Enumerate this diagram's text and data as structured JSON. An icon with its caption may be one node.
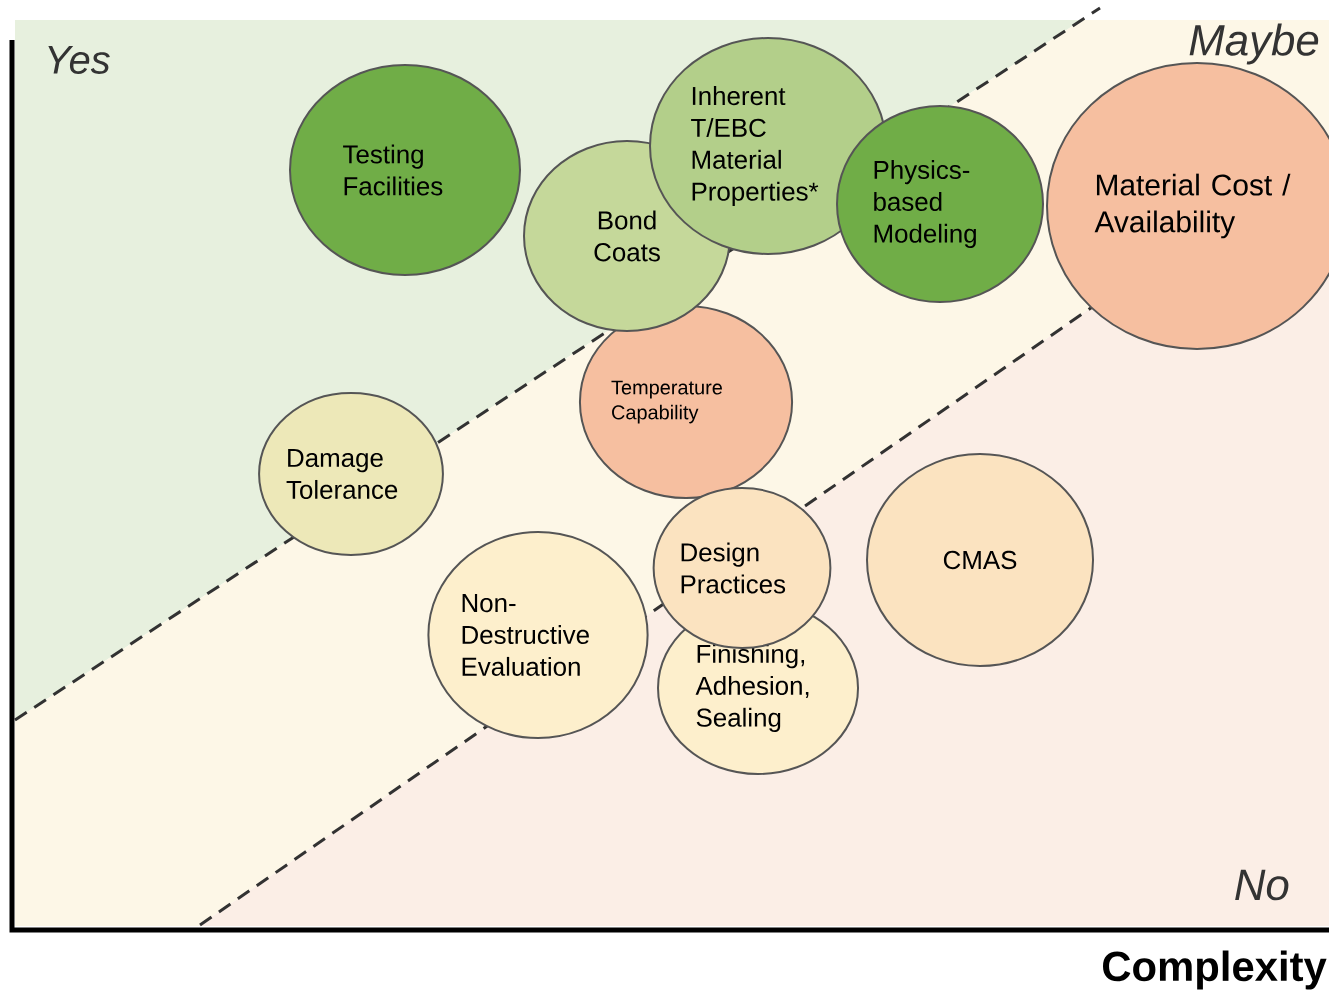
{
  "diagram": {
    "nodes": [
      {
        "text": [
          "Testing Facilities"
        ]
      },
      {
        "text": [
          "Bond Coats"
        ]
      },
      {
        "text": [
          "Inherent T/EBC Material Properties*"
        ]
      },
      {
        "text": [
          "Physics-based Modeling"
        ]
      },
      {
        "text": [
          "Material Cost / Availability"
        ]
      },
      {
        "text": [
          "Temperature Capability"
        ]
      },
      {
        "text": [
          "Damage Tolerance"
        ]
      },
      {
        "text": [
          "Design Practices"
        ]
      },
      {
        "text": [
          "CMAS"
        ]
      },
      {
        "text": [
          "Non-Destructive Evaluation"
        ]
      },
      {
        "text": [
          "Finishing, Adhesion, Sealing"
        ]
      }
    ],
    "labels": [
      "Yes",
      "Maybe",
      "No",
      "Complexity"
    ]
  }
}
